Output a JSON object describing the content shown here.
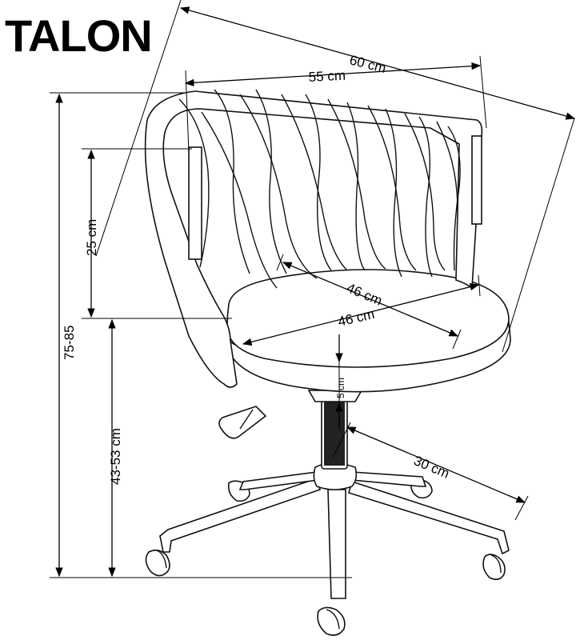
{
  "product": {
    "name": "TALON"
  },
  "dimensions": {
    "overall_depth": "60 cm",
    "overall_width": "55 cm",
    "backrest_height": "25 cm",
    "total_height": "75-85",
    "seat_height": "43-53 cm",
    "seat_depth": "46 cm",
    "seat_width": "46 cm",
    "seat_thickness": "5 cm",
    "base_radius": "30 cm"
  },
  "colors": {
    "line": "#000000",
    "background": "#ffffff"
  }
}
